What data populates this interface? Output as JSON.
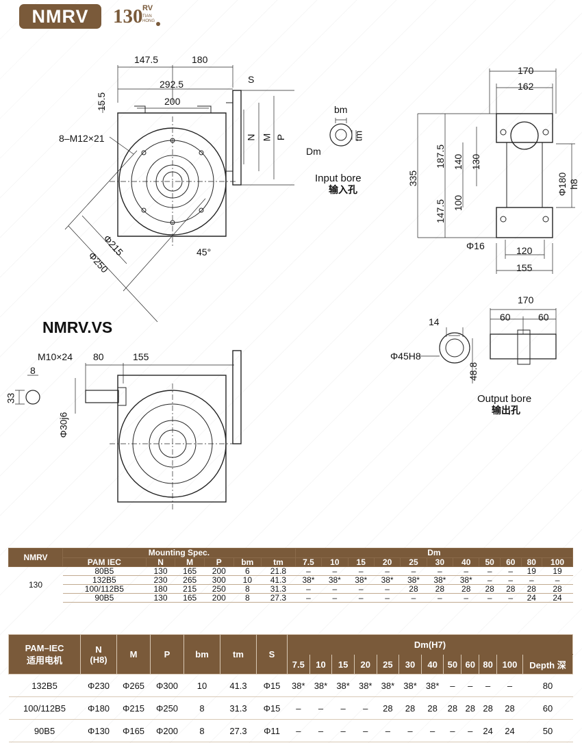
{
  "header": {
    "badge": "NMRV",
    "logo_num": "130",
    "logo_rv": "RV",
    "logo_sub1": "TIAN",
    "logo_sub2": "HONG"
  },
  "drawing_top": {
    "dims": [
      "147.5",
      "180",
      "292.5",
      "200",
      "15.5",
      "S",
      "N",
      "M",
      "P",
      "8–M12×21",
      "Φ215",
      "Φ250",
      "45°"
    ],
    "side_dims": [
      "170",
      "162",
      "335",
      "187.5",
      "140",
      "130",
      "147.5",
      "100",
      "Φ180 h8",
      "Φ16",
      "120",
      "155"
    ],
    "input_bore": {
      "bm": "bm",
      "tm": "tm",
      "dm": "Dm",
      "label_en": "Input bore",
      "label_cn": "输入孔"
    }
  },
  "drawing_vs": {
    "title": "NMRV.VS",
    "dims": [
      "M10×24",
      "80",
      "155",
      "8",
      "33",
      "Φ30j6"
    ],
    "output_bore": {
      "dims": [
        "170",
        "60",
        "60",
        "14",
        "Φ45H8",
        "48.8"
      ],
      "label_en": "Output bore",
      "label_cn": "输出孔"
    }
  },
  "table1": {
    "h_nmrv": "NMRV",
    "h_mount": "Mounting Spec.",
    "h_dm": "Dm",
    "cols": [
      "PAM  IEC",
      "N",
      "M",
      "P",
      "bm",
      "tm"
    ],
    "dm_cols": [
      "7.5",
      "10",
      "15",
      "20",
      "25",
      "30",
      "40",
      "50",
      "60",
      "80",
      "100"
    ],
    "size": "130",
    "rows": [
      {
        "spec": [
          "80B5",
          "130",
          "165",
          "200",
          "6",
          "21.8"
        ],
        "dm": [
          "–",
          "–",
          "–",
          "–",
          "–",
          "–",
          "–",
          "–",
          "–",
          "19",
          "19"
        ]
      },
      {
        "spec": [
          "132B5",
          "230",
          "265",
          "300",
          "10",
          "41.3"
        ],
        "dm": [
          "38*",
          "38*",
          "38*",
          "38*",
          "38*",
          "38*",
          "38*",
          "–",
          "–",
          "–",
          "–"
        ]
      },
      {
        "spec": [
          "100/112B5",
          "180",
          "215",
          "250",
          "8",
          "31.3"
        ],
        "dm": [
          "–",
          "–",
          "–",
          "–",
          "28",
          "28",
          "28",
          "28",
          "28",
          "28",
          "28"
        ]
      },
      {
        "spec": [
          "90B5",
          "130",
          "165",
          "200",
          "8",
          "27.3"
        ],
        "dm": [
          "–",
          "–",
          "–",
          "–",
          "–",
          "–",
          "–",
          "–",
          "–",
          "24",
          "24"
        ]
      }
    ]
  },
  "table2": {
    "h_pam1": "PAM–IEC",
    "h_pam2": "适用电机",
    "h_n1": "N",
    "h_n2": "(H8)",
    "h_m": "M",
    "h_p": "P",
    "h_bm": "bm",
    "h_tm": "tm",
    "h_s": "S",
    "h_dm": "Dm(H7)",
    "dm_cols": [
      "7.5",
      "10",
      "15",
      "20",
      "25",
      "30",
      "40",
      "50",
      "60",
      "80",
      "100"
    ],
    "h_depth": "Depth 深",
    "rows": [
      {
        "spec": [
          "132B5",
          "Φ230",
          "Φ265",
          "Φ300",
          "10",
          "41.3",
          "Φ15"
        ],
        "dm": [
          "38*",
          "38*",
          "38*",
          "38*",
          "38*",
          "38*",
          "38*",
          "–",
          "–",
          "–",
          "–"
        ],
        "depth": "80"
      },
      {
        "spec": [
          "100/112B5",
          "Φ180",
          "Φ215",
          "Φ250",
          "8",
          "31.3",
          "Φ15"
        ],
        "dm": [
          "–",
          "–",
          "–",
          "–",
          "28",
          "28",
          "28",
          "28",
          "28",
          "28",
          "28"
        ],
        "depth": "60"
      },
      {
        "spec": [
          "90B5",
          "Φ130",
          "Φ165",
          "Φ200",
          "8",
          "27.3",
          "Φ11"
        ],
        "dm": [
          "–",
          "–",
          "–",
          "–",
          "–",
          "–",
          "–",
          "–",
          "–",
          "24",
          "24"
        ],
        "depth": "50"
      }
    ]
  }
}
